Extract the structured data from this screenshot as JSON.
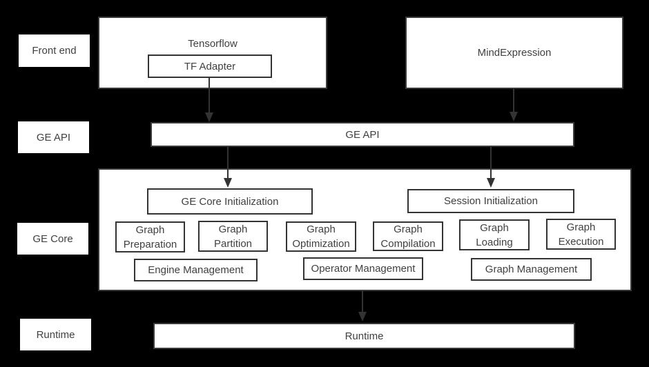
{
  "colors": {
    "background": "#000000",
    "box_fill": "#ffffff",
    "box_border": "#3a3a3a",
    "text": "#404040",
    "arrow": "#333333"
  },
  "layer_labels": [
    {
      "label": "Front end"
    },
    {
      "label": "GE API"
    },
    {
      "label": "GE Core"
    },
    {
      "label": "Runtime"
    }
  ],
  "front_end": {
    "tensorflow_label": "Tensorflow",
    "tf_adapter_label": "TF Adapter",
    "mind_expression_label": "MindExpression"
  },
  "ge_api": {
    "bar_label": "GE API"
  },
  "ge_core": {
    "initialization_boxes": [
      {
        "label": "GE Core Initialization"
      },
      {
        "label": "Session Initialization"
      }
    ],
    "function_boxes": [
      {
        "label": "Graph Preparation"
      },
      {
        "label": "Graph Partition"
      },
      {
        "label": "Graph Optimization"
      },
      {
        "label": "Graph Compilation"
      },
      {
        "label": "Graph Loading"
      },
      {
        "label": "Graph Execution"
      }
    ],
    "management_boxes": [
      {
        "label": "Engine Management"
      },
      {
        "label": "Operator Management"
      },
      {
        "label": "Graph Management"
      }
    ]
  },
  "runtime": {
    "bar_label": "Runtime"
  }
}
